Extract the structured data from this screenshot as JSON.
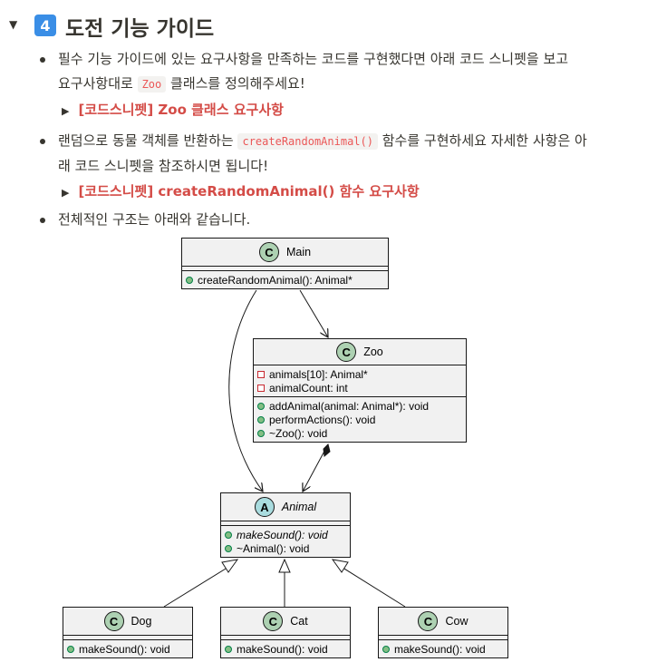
{
  "section": {
    "toggle_icon": "triangle-down",
    "number": "4",
    "number_color": "#3a8ee6",
    "title": "도전 기능 가이드"
  },
  "items": [
    {
      "text_before": "필수 기능 가이드에 있는 요구사항을 만족하는 코드를 구현했다면 아래 코드 스니펫을 보고",
      "text_line2_before": "요구사항대로 ",
      "code": "Zoo",
      "text_after": " 클래스를 정의해주세요!",
      "toggle_label": "[코드스니펫] Zoo 클래스 요구사항"
    },
    {
      "text_before": "랜덤으로 동물 객체를 반환하는 ",
      "code": "createRandomAnimal()",
      "text_after": " 함수를 구현하세요  자세한 사항은 아",
      "text_line2": "래 코드 스니펫을 참조하시면 됩니다!",
      "toggle_label": "[코드스니펫] createRandomAnimal() 함수 요구사항"
    },
    {
      "text": "전체적인 구조는 아래와 같습니다."
    }
  ],
  "toggle_color": "#d44c47",
  "uml": {
    "main": {
      "stereotype": "C",
      "name": "Main",
      "methods": [
        "createRandomAnimal(): Animal*"
      ]
    },
    "zoo": {
      "stereotype": "C",
      "name": "Zoo",
      "fields": [
        "animals[10]: Animal*",
        "animalCount: int"
      ],
      "methods": [
        "addAnimal(animal: Animal*): void",
        "performActions(): void",
        "~Zoo(): void"
      ]
    },
    "animal": {
      "stereotype": "A",
      "name": "Animal",
      "methods": [
        "makeSound(): void",
        "~Animal(): void"
      ]
    },
    "dog": {
      "stereotype": "C",
      "name": "Dog",
      "methods": [
        "makeSound(): void"
      ]
    },
    "cat": {
      "stereotype": "C",
      "name": "Cat",
      "methods": [
        "makeSound(): void"
      ]
    },
    "cow": {
      "stereotype": "C",
      "name": "Cow",
      "methods": [
        "makeSound(): void"
      ]
    }
  }
}
